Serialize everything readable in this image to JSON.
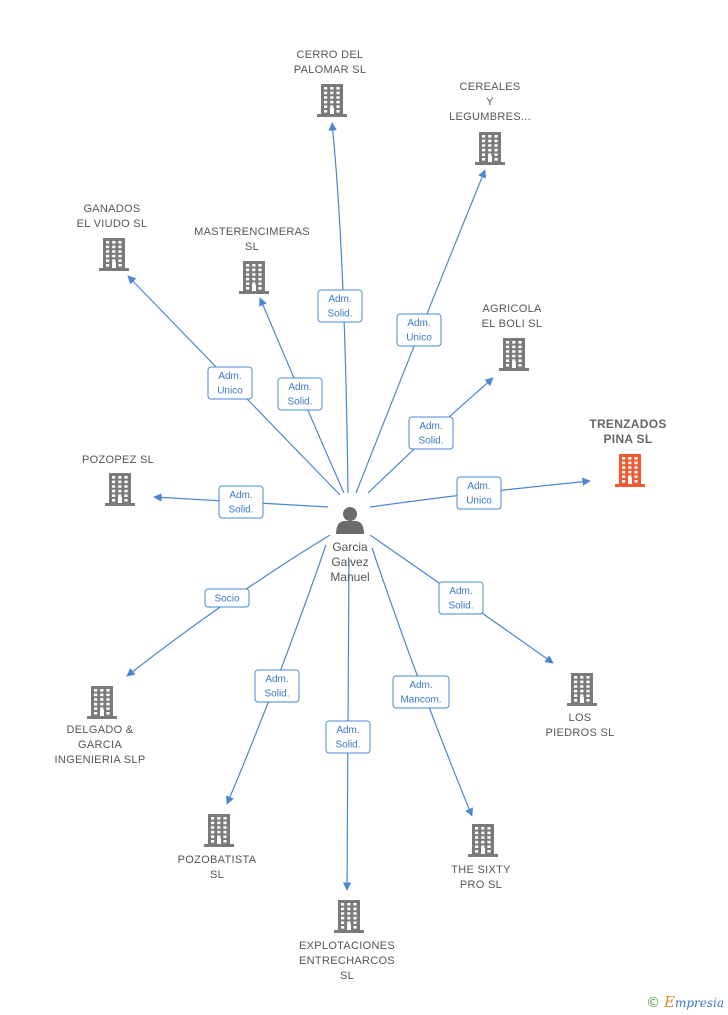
{
  "colors": {
    "edge": "#4a86d4",
    "building": "#7a7a7a",
    "highlight": "#f05a30",
    "person": "#6b6b6b"
  },
  "center": {
    "name_lines": [
      "Garcia",
      "Galvez",
      "Manuel"
    ],
    "icon": "person-icon"
  },
  "nodes": [
    {
      "id": "cerro",
      "lines": [
        "CERRO DEL",
        "PALOMAR  SL"
      ],
      "icon": "building-icon"
    },
    {
      "id": "cereales",
      "lines": [
        "CEREALES",
        "Y",
        "LEGUMBRES..."
      ],
      "icon": "building-icon"
    },
    {
      "id": "ganados",
      "lines": [
        "GANADOS",
        "EL VIUDO SL"
      ],
      "icon": "building-icon"
    },
    {
      "id": "master",
      "lines": [
        "MASTERENCIMERAS",
        "SL"
      ],
      "icon": "building-icon"
    },
    {
      "id": "agricola",
      "lines": [
        "AGRICOLA",
        "EL BOLI  SL"
      ],
      "icon": "building-icon"
    },
    {
      "id": "trenzados",
      "lines": [
        "TRENZADOS",
        "PINA  SL"
      ],
      "icon": "building-icon",
      "highlight": true
    },
    {
      "id": "pozopez",
      "lines": [
        "POZOPEZ  SL"
      ],
      "icon": "building-icon"
    },
    {
      "id": "delgado",
      "lines": [
        "DELGADO &",
        "GARCIA",
        "INGENIERIA SLP"
      ],
      "icon": "building-icon"
    },
    {
      "id": "piedros",
      "lines": [
        "LOS",
        "PIEDROS  SL"
      ],
      "icon": "building-icon"
    },
    {
      "id": "pozobatista",
      "lines": [
        "POZOBATISTA",
        "SL"
      ],
      "icon": "building-icon"
    },
    {
      "id": "sixty",
      "lines": [
        "THE SIXTY",
        "PRO  SL"
      ],
      "icon": "building-icon"
    },
    {
      "id": "explotaciones",
      "lines": [
        "EXPLOTACIONES",
        "ENTRECHARCOS",
        "SL"
      ],
      "icon": "building-icon"
    }
  ],
  "edges": [
    {
      "to": "cerro",
      "label": [
        "Adm.",
        "Solid."
      ]
    },
    {
      "to": "cereales",
      "label": [
        "Adm.",
        "Unico"
      ]
    },
    {
      "to": "ganados",
      "label": [
        "Adm.",
        "Unico"
      ]
    },
    {
      "to": "master",
      "label": [
        "Adm.",
        "Solid."
      ]
    },
    {
      "to": "agricola",
      "label": [
        "Adm.",
        "Solid."
      ]
    },
    {
      "to": "trenzados",
      "label": [
        "Adm.",
        "Unico"
      ]
    },
    {
      "to": "pozopez",
      "label": [
        "Adm.",
        "Solid."
      ]
    },
    {
      "to": "delgado",
      "label": [
        "Socio"
      ]
    },
    {
      "to": "piedros",
      "label": [
        "Adm.",
        "Solid."
      ]
    },
    {
      "to": "pozobatista",
      "label": [
        "Adm.",
        "Solid."
      ]
    },
    {
      "to": "sixty",
      "label": [
        "Adm.",
        "Mancom."
      ]
    },
    {
      "to": "explotaciones",
      "label": [
        "Adm.",
        "Solid."
      ]
    }
  ],
  "branding": {
    "copyright_symbol": "©",
    "brand_initial": "E",
    "brand_rest": "mpresia"
  }
}
